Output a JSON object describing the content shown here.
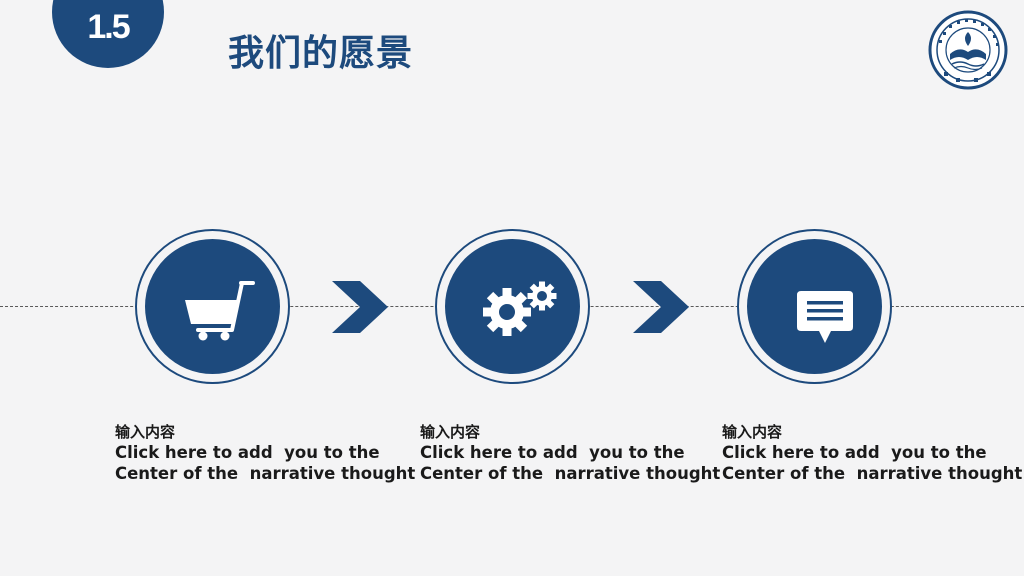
{
  "header": {
    "section_number": "1.5",
    "title": "我们的愿景"
  },
  "logo": {
    "icon": "university-seal-icon"
  },
  "steps": [
    {
      "icon": "shopping-cart-icon",
      "heading": "输入内容",
      "line1": "Click here to add  you to the",
      "line2": "Center of the  narrative thought"
    },
    {
      "icon": "gears-icon",
      "heading": "输入内容",
      "line1": "Click here to add  you to the",
      "line2": "Center of the  narrative thought"
    },
    {
      "icon": "speech-bubble-icon",
      "heading": "输入内容",
      "line1": "Click here to add  you to the",
      "line2": "Center of the  narrative thought"
    }
  ],
  "colors": {
    "primary": "#1d4a7d",
    "background": "#f4f4f5",
    "text": "#1a1a1a"
  }
}
